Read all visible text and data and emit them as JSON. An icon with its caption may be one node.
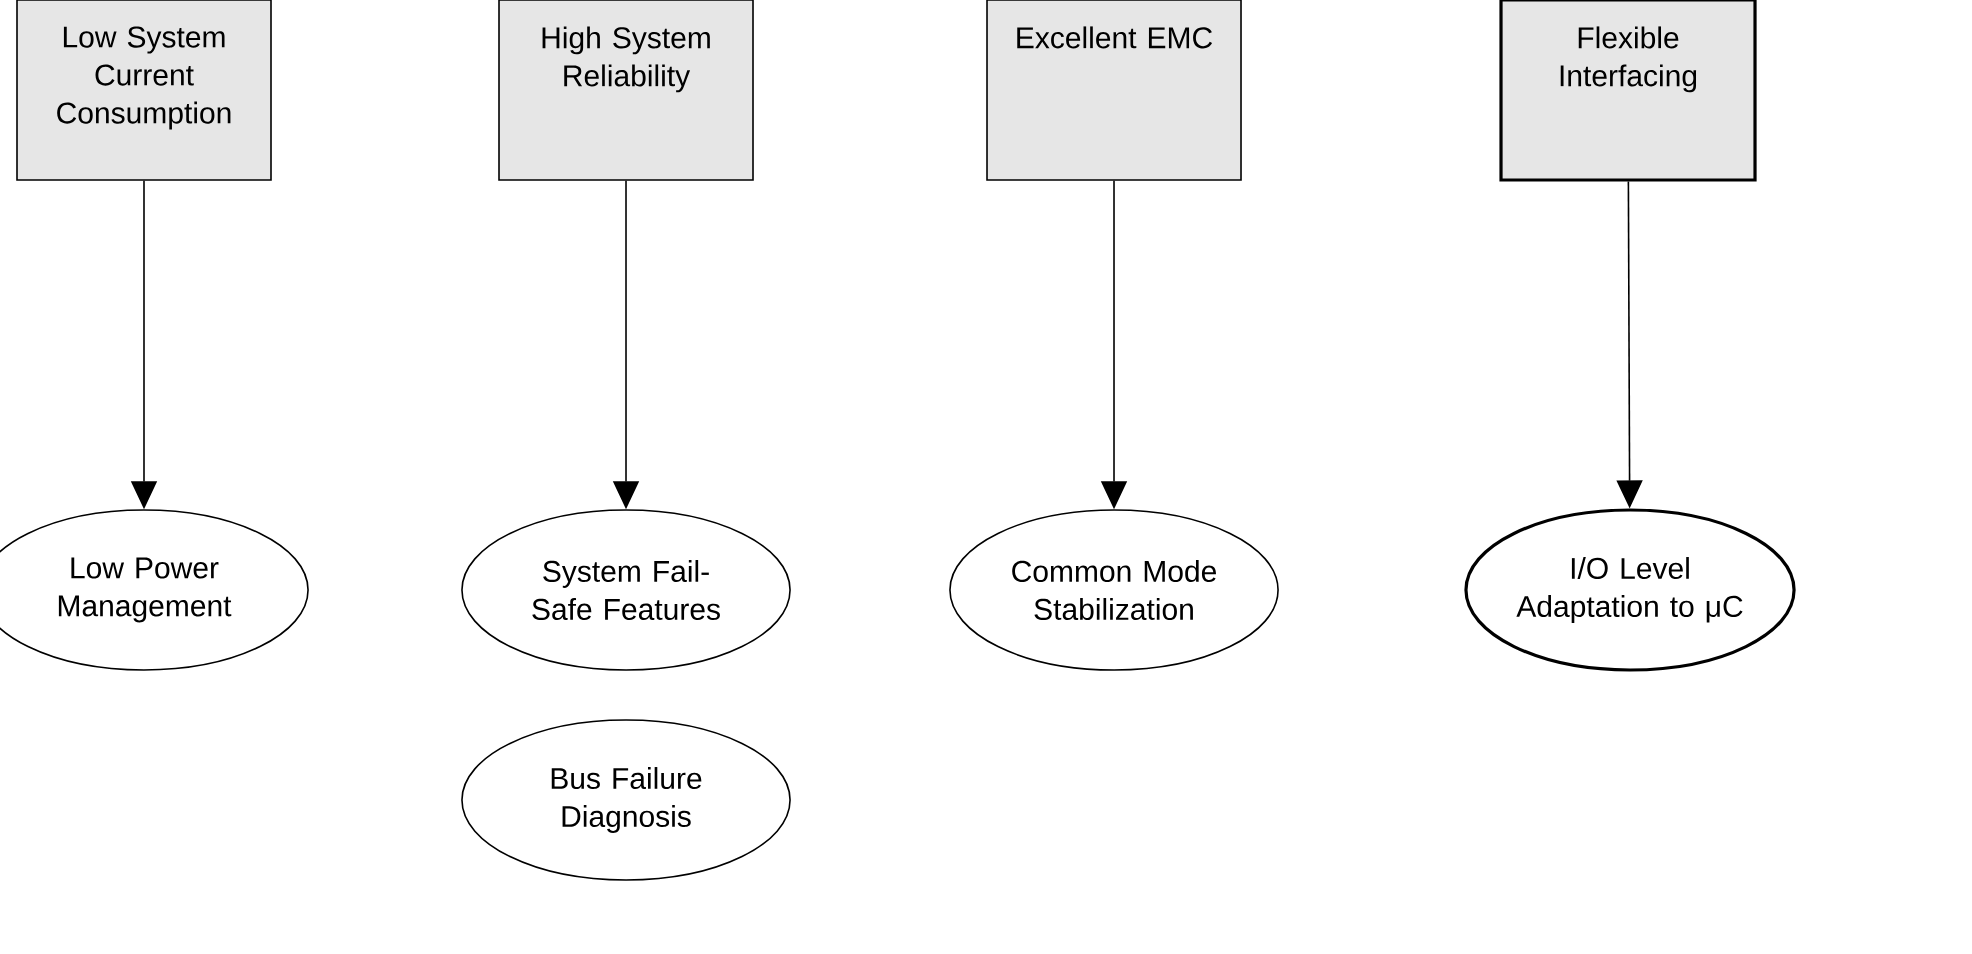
{
  "diagram": {
    "nodes": [
      {
        "text": [
          "Low System Current Consumption"
        ]
      },
      {
        "text": [
          "High System Reliability"
        ]
      },
      {
        "text": [
          "Excellent EMC"
        ]
      },
      {
        "text": [
          "Flexible Interfacing"
        ]
      },
      {
        "text": [
          "Low Power Management"
        ]
      },
      {
        "text": [
          "System Fail-Safe Features"
        ]
      },
      {
        "text": [
          "Common Mode Stabilization"
        ]
      },
      {
        "text": [
          "I/O Level Adaptation to μC"
        ]
      },
      {
        "text": [
          "Bus Failure Diagnosis"
        ]
      }
    ],
    "edges": [
      {
        "from": 0,
        "to": 4,
        "arrow": "to"
      },
      {
        "from": 1,
        "to": 5,
        "arrow": "to"
      },
      {
        "from": 2,
        "to": 6,
        "arrow": "to"
      },
      {
        "from": 3,
        "to": 7,
        "arrow": "to"
      }
    ]
  }
}
